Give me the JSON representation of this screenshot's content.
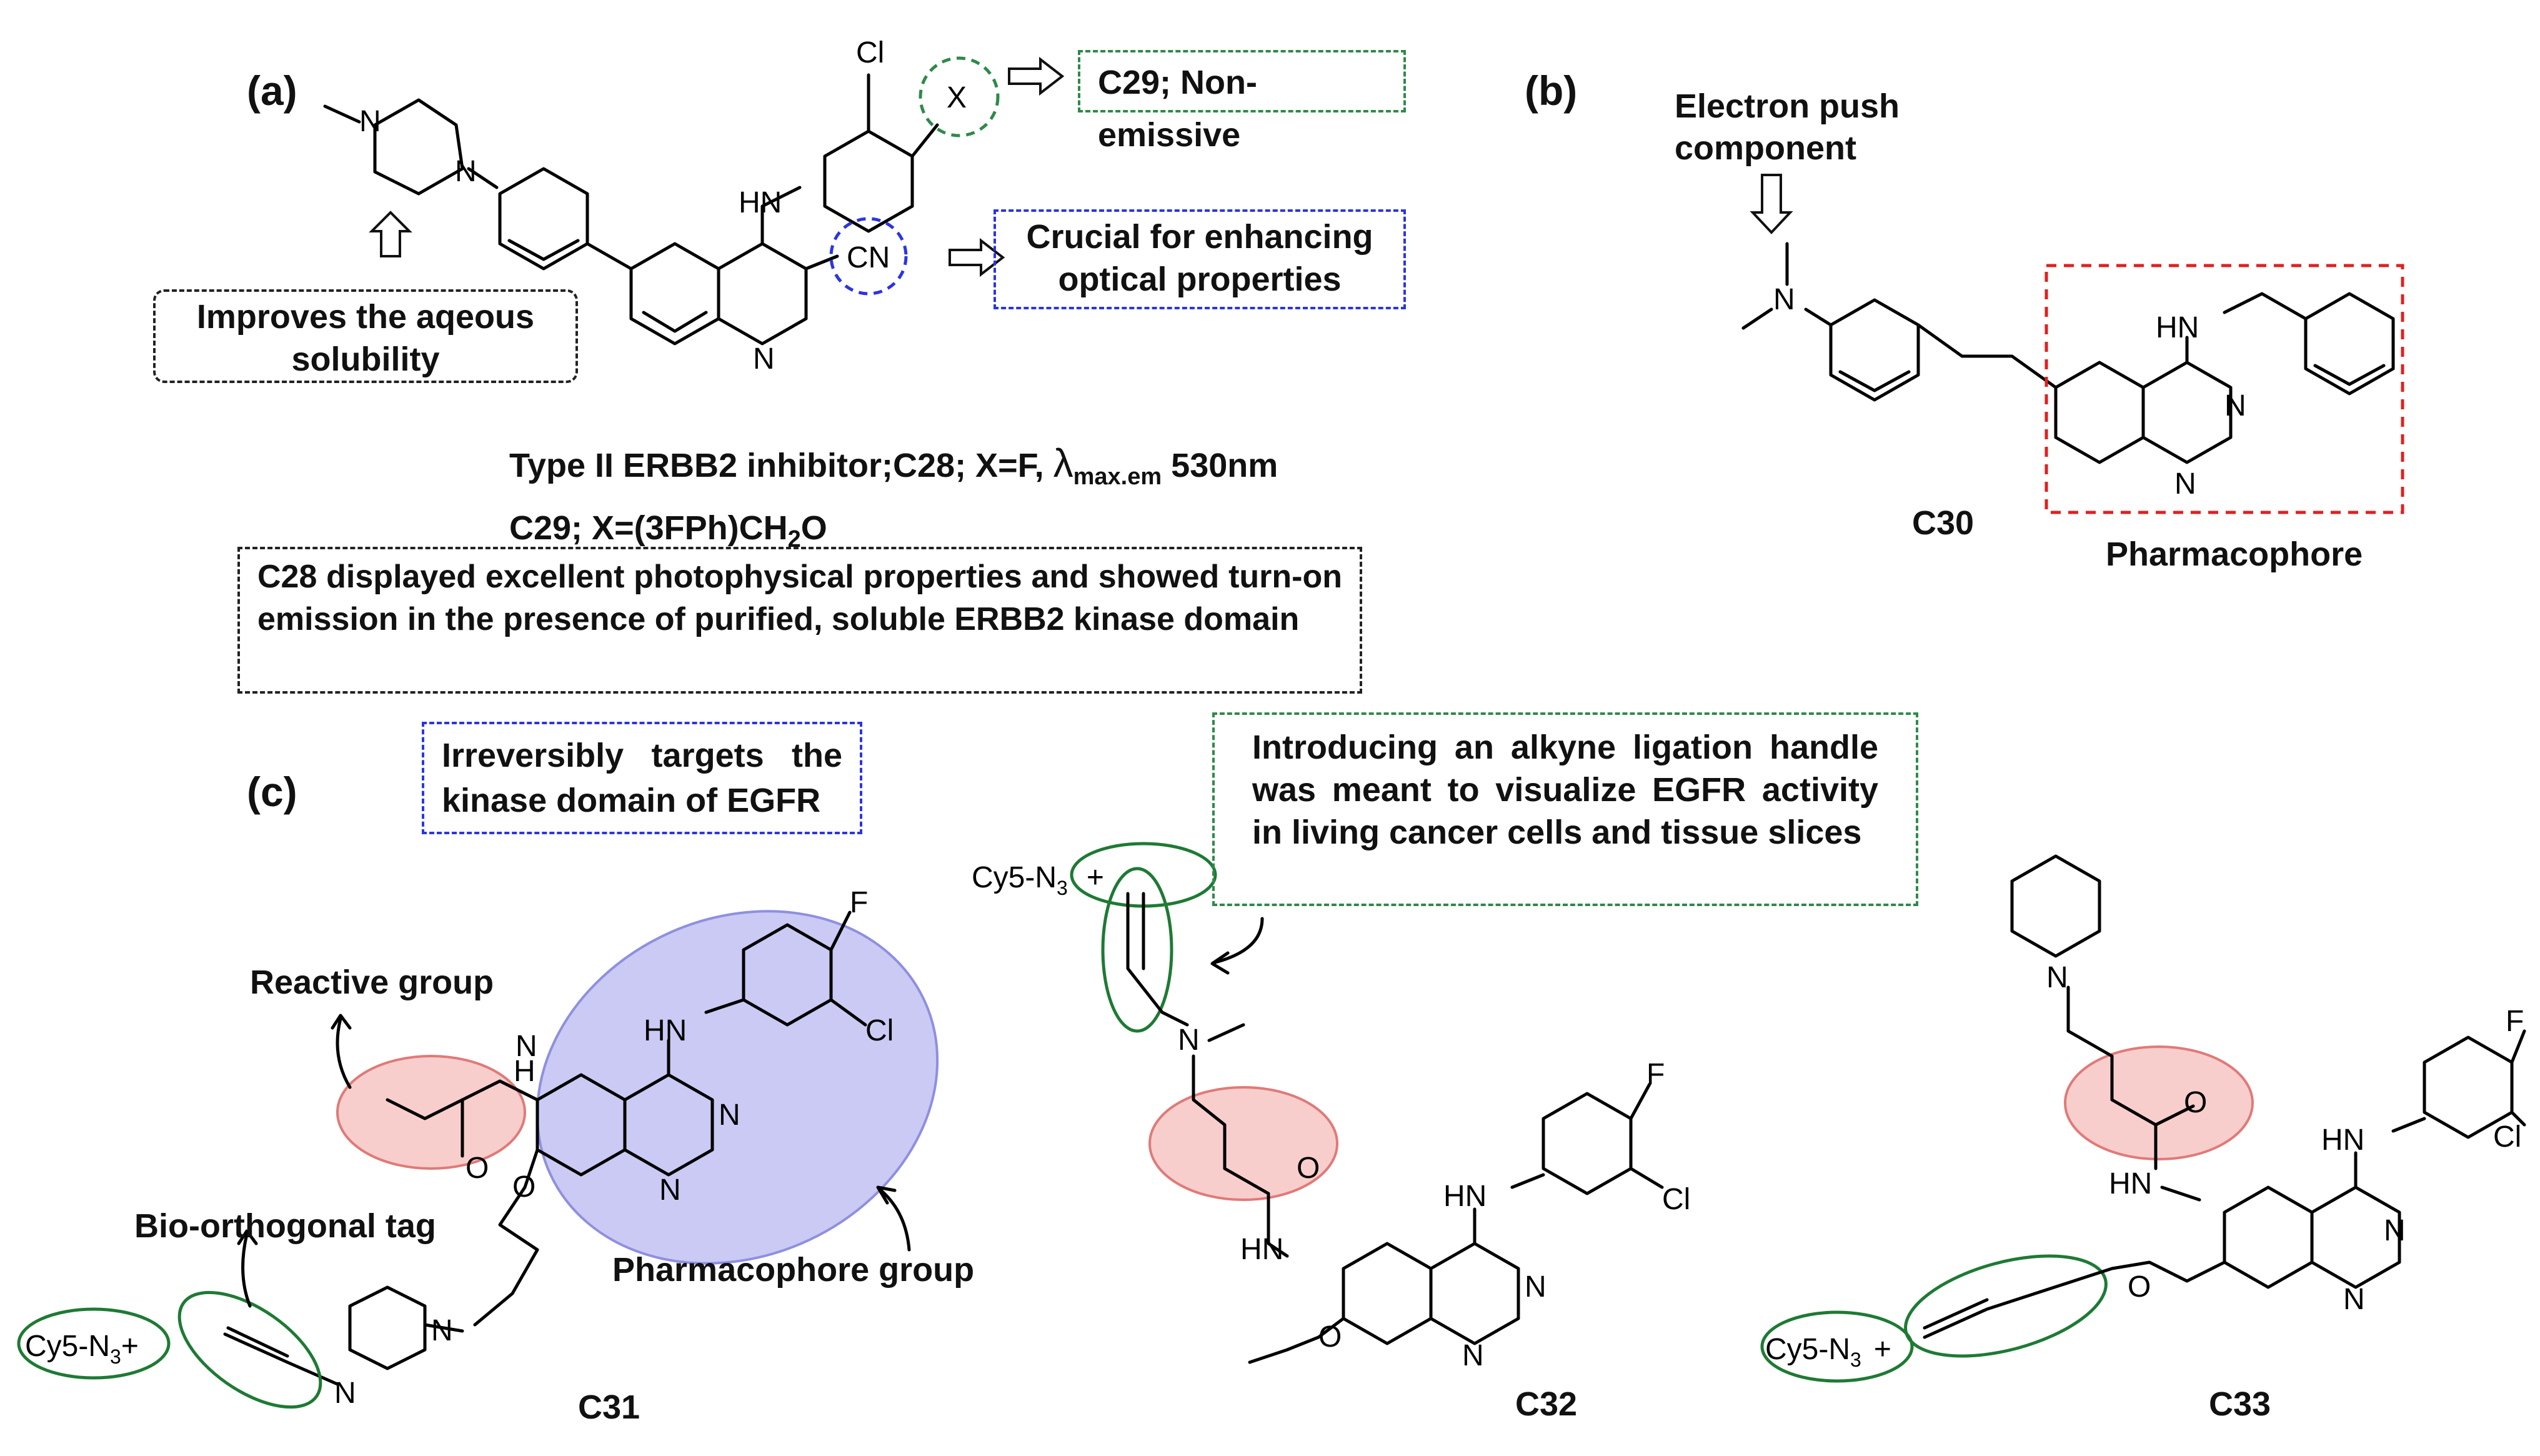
{
  "panels": {
    "a": {
      "label": "(a)",
      "atoms": {
        "cl": "Cl",
        "x": "X",
        "hn": "HN",
        "cn": "CN",
        "n_ring": "N",
        "n_methyl": "N",
        "n_aryl": "N"
      },
      "note_nonemissive": "C29; Non-emissive",
      "note_optical_line1": "Crucial for enhancing",
      "note_optical_line2": "optical properties",
      "note_solubility_line1": "Improves the aqeous",
      "note_solubility_line2": "solubility",
      "caption_line1_prefix": "Type II ERBB2 inhibitor;C28; X=F, ",
      "caption_lambda": "λ",
      "caption_lambda_sub": "max.em",
      "caption_line1_suffix": " 530nm",
      "caption_line2_prefix": "C29; X=(3FPh)CH",
      "caption_line2_sub": "2",
      "caption_line2_suffix": "O",
      "summary": "C28 displayed excellent photophysical properties and showed turn-on emission in the presence of purified, soluble ERBB2 kinase domain"
    },
    "b": {
      "label": "(b)",
      "electron_line1": "Electron push",
      "electron_line2": "component",
      "atoms": {
        "n": "N",
        "hn": "HN",
        "n1": "N",
        "n2": "N"
      },
      "compound": "C30",
      "pharmacophore": "Pharmacophore"
    },
    "c": {
      "label": "(c)",
      "note_irreversible": "Irreversibly targets the kinase domain of EGFR",
      "note_alkyne": "Introducing an alkyne ligation handle was meant to visualize EGFR activity in living cancer cells and tissue slices",
      "reactive_group": "Reactive group",
      "bio_orthogonal_tag": "Bio-orthogonal tag",
      "pharmacophore_group": "Pharmacophore group",
      "cy5_base": "Cy5-N",
      "cy5_sub": "3",
      "plus": "+",
      "atoms": {
        "f": "F",
        "cl": "Cl",
        "hn": "HN",
        "h": "H",
        "n": "N",
        "o": "O"
      },
      "compounds": [
        "C31",
        "C32",
        "C33"
      ]
    }
  },
  "colors": {
    "box_black": "#222222",
    "box_blue": "#2b35e0",
    "box_green": "#2e8a4a",
    "highlight_red_fill": "#f7c6c4",
    "highlight_red_stroke": "#e07a78",
    "highlight_blue_fill": "#b8b8f0",
    "highlight_blue_stroke": "#8f8fe0",
    "ellipse_green": "#1e7a34",
    "pharmacophore_box_red": "#e02020"
  }
}
